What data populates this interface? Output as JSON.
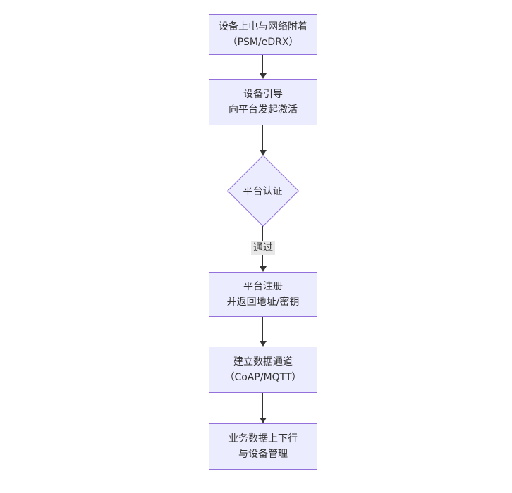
{
  "diagram": {
    "type": "flowchart",
    "direction": "top-down",
    "colors": {
      "background": "#ffffff",
      "node_fill": "#ECECFF",
      "node_border": "#9370DB",
      "text": "#333333",
      "edge": "#333333",
      "edge_label_bg": "#e8e8e8"
    },
    "nodes": [
      {
        "id": "attach",
        "shape": "rect",
        "line1": "设备上电与网络附着",
        "line2": "（PSM/eDRX）"
      },
      {
        "id": "bootstrap",
        "shape": "rect",
        "line1": "设备引导",
        "line2": "向平台发起激活"
      },
      {
        "id": "auth",
        "shape": "diamond",
        "line1": "平台认证",
        "line2": ""
      },
      {
        "id": "register",
        "shape": "rect",
        "line1": "平台注册",
        "line2": "并返回地址/密钥"
      },
      {
        "id": "channel",
        "shape": "rect",
        "line1": "建立数据通道",
        "line2": "（CoAP/MQTT）"
      },
      {
        "id": "business",
        "shape": "rect",
        "line1": "业务数据上下行",
        "line2": "与设备管理"
      }
    ],
    "edges": [
      {
        "from": "attach",
        "to": "bootstrap",
        "label": ""
      },
      {
        "from": "bootstrap",
        "to": "auth",
        "label": ""
      },
      {
        "from": "auth",
        "to": "register",
        "label": "通过"
      },
      {
        "from": "register",
        "to": "channel",
        "label": ""
      },
      {
        "from": "channel",
        "to": "business",
        "label": ""
      }
    ]
  }
}
